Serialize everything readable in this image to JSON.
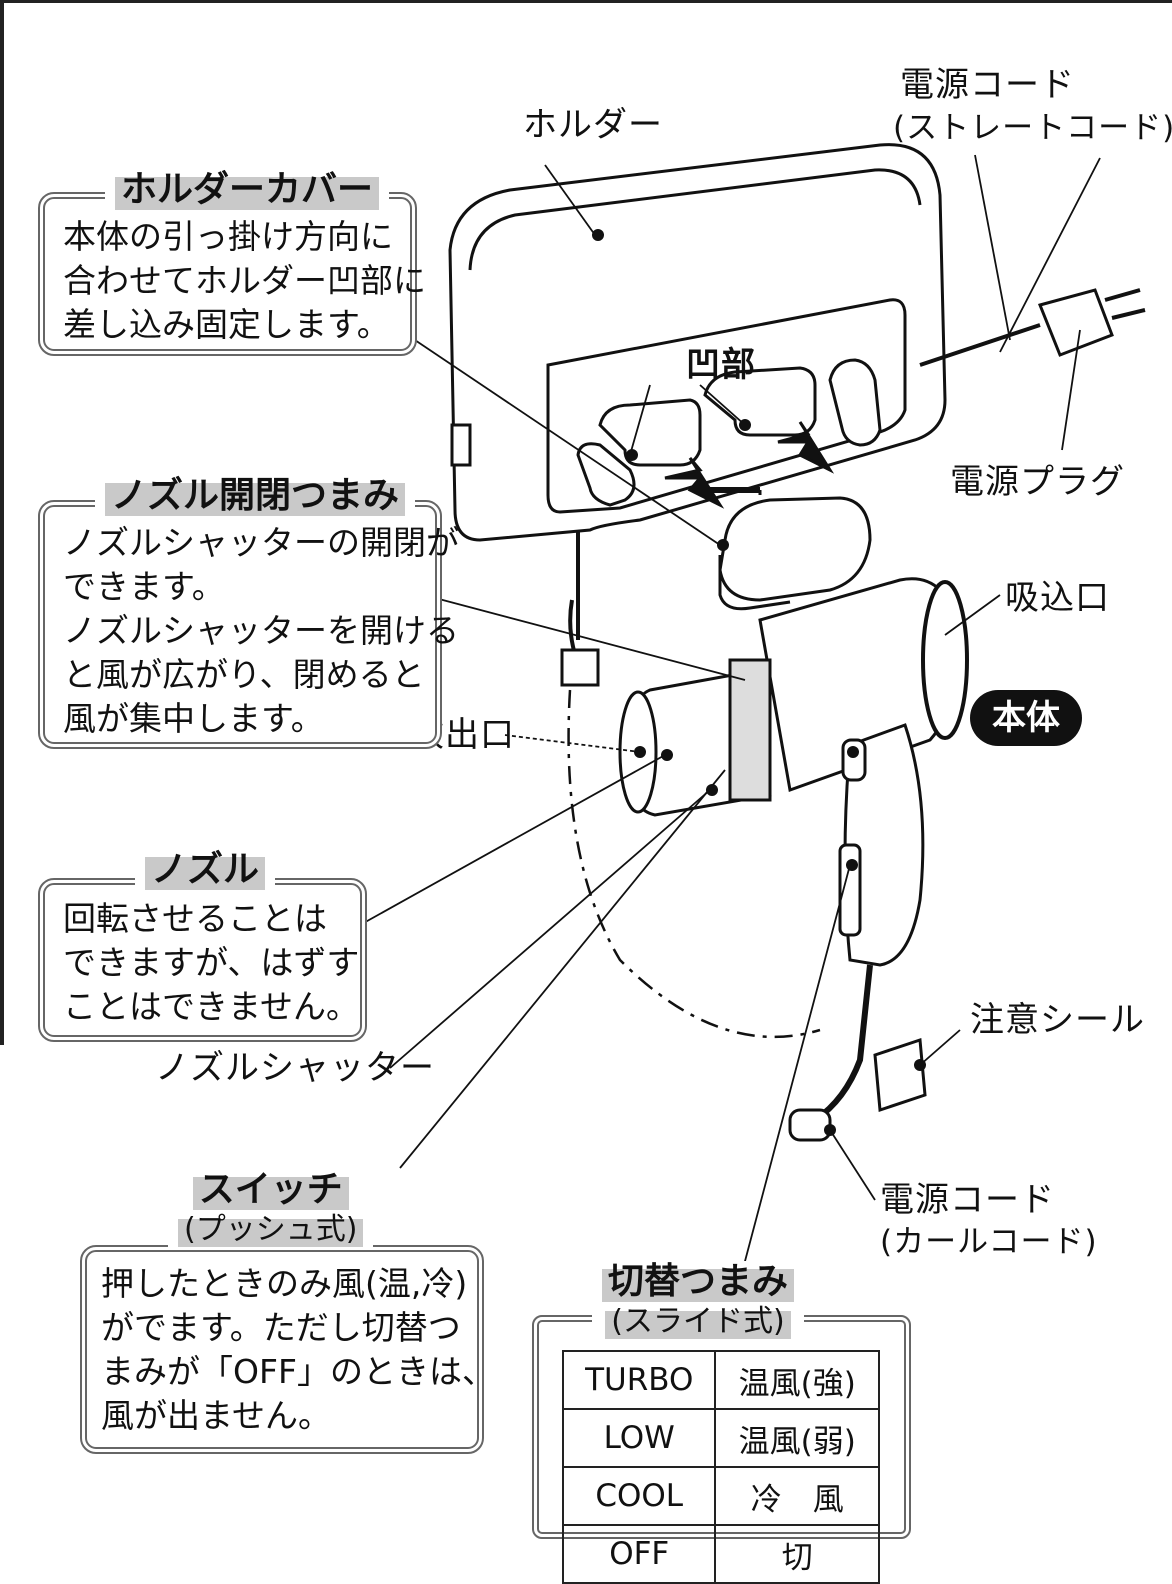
{
  "labels": {
    "holder": "ホルダー",
    "power_cord": "電源コード",
    "straight_cord": "(ストレートコード)",
    "recess": "凹部",
    "power_plug": "電源プラグ",
    "intake": "吸込口",
    "outlet": "吹出口",
    "body": "本体",
    "caution_seal": "注意シール",
    "nozzle_shutter": "ノズルシャッター",
    "curl_cord": "(カールコード)"
  },
  "holder_cover": {
    "title": "ホルダーカバー",
    "lines": [
      "本体の引っ掛け方向に",
      "合わせてホルダー凹部に",
      "差し込み固定します。"
    ]
  },
  "nozzle_knob": {
    "title": "ノズル開閉つまみ",
    "lines": [
      "ノズルシャッターの開閉が",
      "できます。",
      "ノズルシャッターを開ける",
      "と風が広がり、閉めると",
      "風が集中します。"
    ]
  },
  "nozzle": {
    "title": "ノズル",
    "lines": [
      "回転させることは",
      "できますが、はずす",
      "ことはできません。"
    ]
  },
  "switch": {
    "title": "スイッチ",
    "subtitle": "(プッシュ式)",
    "lines": [
      "押したときのみ風(温,冷)",
      "がでます。ただし切替つ",
      "まみが「OFF」のときは、",
      "風が出ません。"
    ]
  },
  "selector": {
    "title": "切替つまみ",
    "subtitle": "(スライド式)",
    "rows": [
      {
        "mode": "TURBO",
        "desc": "温風(強)"
      },
      {
        "mode": "LOW",
        "desc": "温風(弱)"
      },
      {
        "mode": "COOL",
        "desc": "冷　風"
      },
      {
        "mode": "OFF",
        "desc": "切"
      }
    ]
  }
}
